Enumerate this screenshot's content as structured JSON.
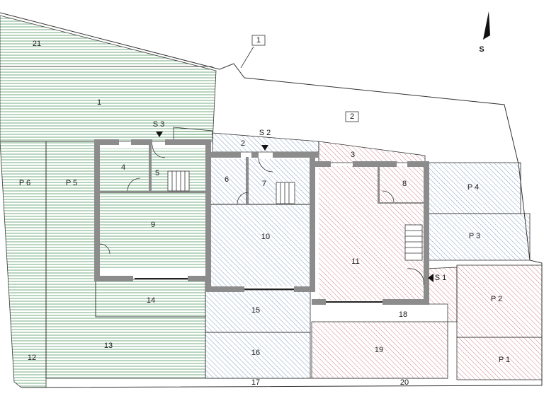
{
  "plan": {
    "compass_label": "S",
    "entrances": {
      "s1": "S 1",
      "s2": "S 2",
      "s3": "S 3"
    },
    "callouts": {
      "c1": "1",
      "c2": "2"
    },
    "rooms": {
      "r1": "1",
      "r2": "2",
      "r3": "3",
      "r4": "4",
      "r5": "5",
      "r6": "6",
      "r7": "7",
      "r8": "8",
      "r9": "9",
      "r10": "10",
      "r11": "11",
      "r12": "12",
      "r13": "13",
      "r14": "14",
      "r15": "15",
      "r16": "16",
      "r17": "17",
      "r18": "18",
      "r19": "19",
      "r20": "20",
      "r21": "21",
      "p1": "P 1",
      "p2": "P 2",
      "p3": "P 3",
      "p4": "P 4",
      "p5": "P 5",
      "p6": "P 6"
    },
    "colors": {
      "green_hatch": "#3a8a4a",
      "blue_hatch": "#4a78b0",
      "red_hatch": "#c04a5a",
      "wall": "#8c8c8c"
    }
  }
}
